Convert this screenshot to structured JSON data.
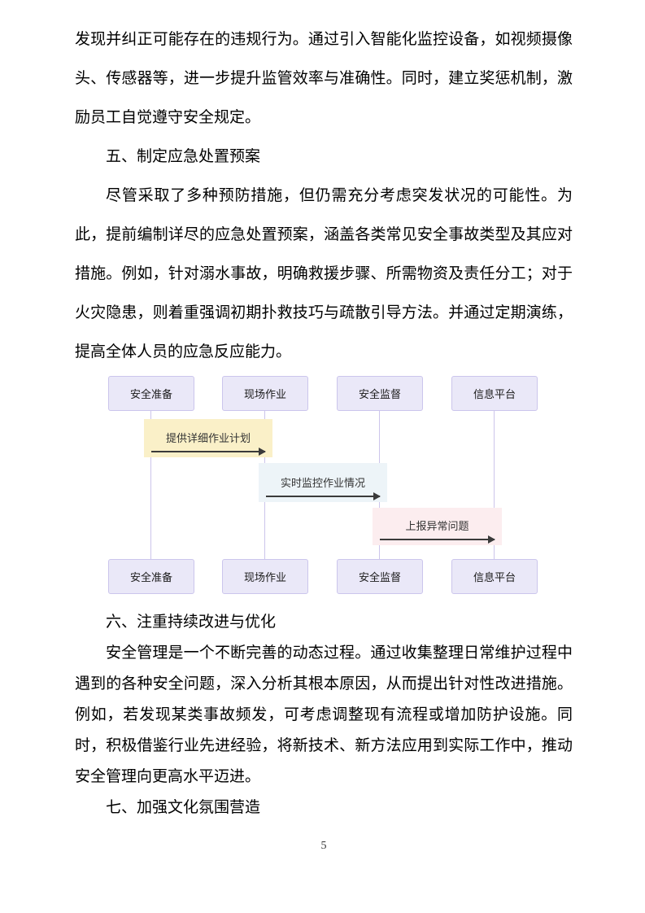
{
  "page": {
    "number": "5"
  },
  "document": {
    "intro_paragraph": "发现并纠正可能存在的违规行为。通过引入智能化监控设备，如视频摄像头、传感器等，进一步提升监管效率与准确性。同时，建立奖惩机制，激励员工自觉遵守安全规定。",
    "sections": [
      {
        "heading": "五、制定应急处置预案",
        "paragraph": "尽管采取了多种预防措施，但仍需充分考虑突发状况的可能性。为此，提前编制详尽的应急处置预案，涵盖各类常见安全事故类型及其应对措施。例如，针对溺水事故，明确救援步骤、所需物资及责任分工；对于火灾隐患，则着重强调初期扑救技巧与疏散引导方法。并通过定期演练，提高全体人员的应急反应能力。"
      },
      {
        "heading": "六、注重持续改进与优化",
        "paragraph": "安全管理是一个不断完善的动态过程。通过收集整理日常维护过程中遇到的各种安全问题，深入分析其根本原因，从而提出针对性改进措施。例如，若发现某类事故频发，可考虑调整现有流程或增加防护设施。同时，积极借鉴行业先进经验，将新技术、新方法应用到实际工作中，推动安全管理向更高水平迈进。"
      },
      {
        "heading": "七、加强文化氛围营造"
      }
    ]
  },
  "diagram": {
    "type": "sequence-diagram",
    "actors": [
      "安全准备",
      "现场作业",
      "安全监督",
      "信息平台"
    ],
    "messages": [
      {
        "from": "安全准备",
        "to": "现场作业",
        "label": "提供详细作业计划",
        "highlight": "#FAF0C8"
      },
      {
        "from": "现场作业",
        "to": "安全监督",
        "label": "实时监控作业情况",
        "highlight": "#EDF4F8"
      },
      {
        "from": "安全监督",
        "to": "信息平台",
        "label": "上报异常问题",
        "highlight": "#FCEDEF"
      }
    ],
    "colors": {
      "actor_bg": "#EAE8F8",
      "actor_border": "#CBC5EC",
      "lifeline": "#CCC5EB",
      "arrow": "#3a3a3a",
      "label_text": "#333333"
    }
  }
}
